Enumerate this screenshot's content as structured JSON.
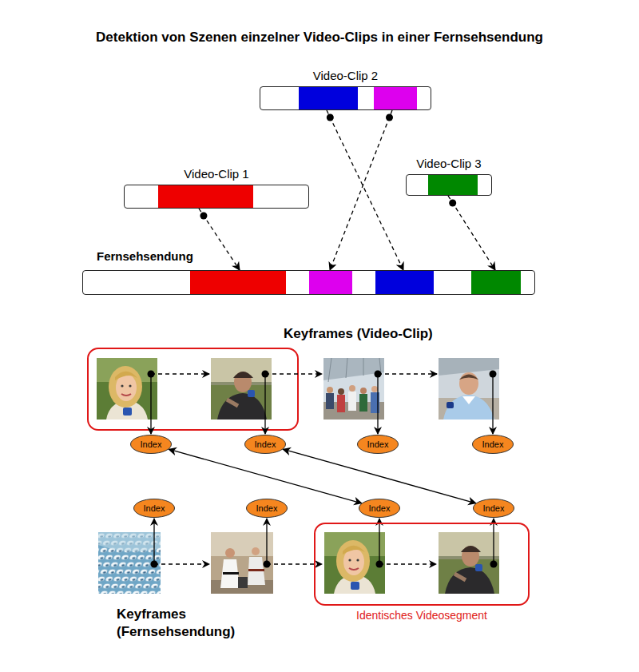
{
  "diagram": {
    "title": "Detektion von Szenen einzelner Video-Clips in einer Fernsehsendung",
    "nodes": [
      {
        "text": [
          "Video-Clip 2"
        ]
      },
      {
        "text": [
          "Video-Clip 1"
        ]
      },
      {
        "text": [
          "Video-Clip 3"
        ]
      },
      {
        "text": [
          "Fernsehsendung"
        ]
      },
      {
        "text": [
          "Index"
        ]
      },
      {
        "text": [
          "Index"
        ]
      },
      {
        "text": [
          "Index"
        ]
      },
      {
        "text": [
          "Index"
        ]
      },
      {
        "text": [
          "Index"
        ]
      },
      {
        "text": [
          "Index"
        ]
      },
      {
        "text": [
          "Index"
        ]
      },
      {
        "text": [
          "Index"
        ]
      },
      {
        "text": [
          "Identisches Videosegment"
        ]
      }
    ],
    "edges": [
      {
        "from": 1,
        "to": 3,
        "arrow": "to"
      },
      {
        "from": 0,
        "to": 3,
        "arrow": "to"
      },
      {
        "from": 0,
        "to": 3,
        "arrow": "to"
      },
      {
        "from": 2,
        "to": 3,
        "arrow": "to"
      },
      {
        "from": 4,
        "to": 10,
        "arrow": "both"
      },
      {
        "from": 5,
        "to": 11,
        "arrow": "both"
      }
    ],
    "labels": [
      "Keyframes (Video-Clip)",
      "Keyframes (Fernsehsendung)"
    ]
  }
}
